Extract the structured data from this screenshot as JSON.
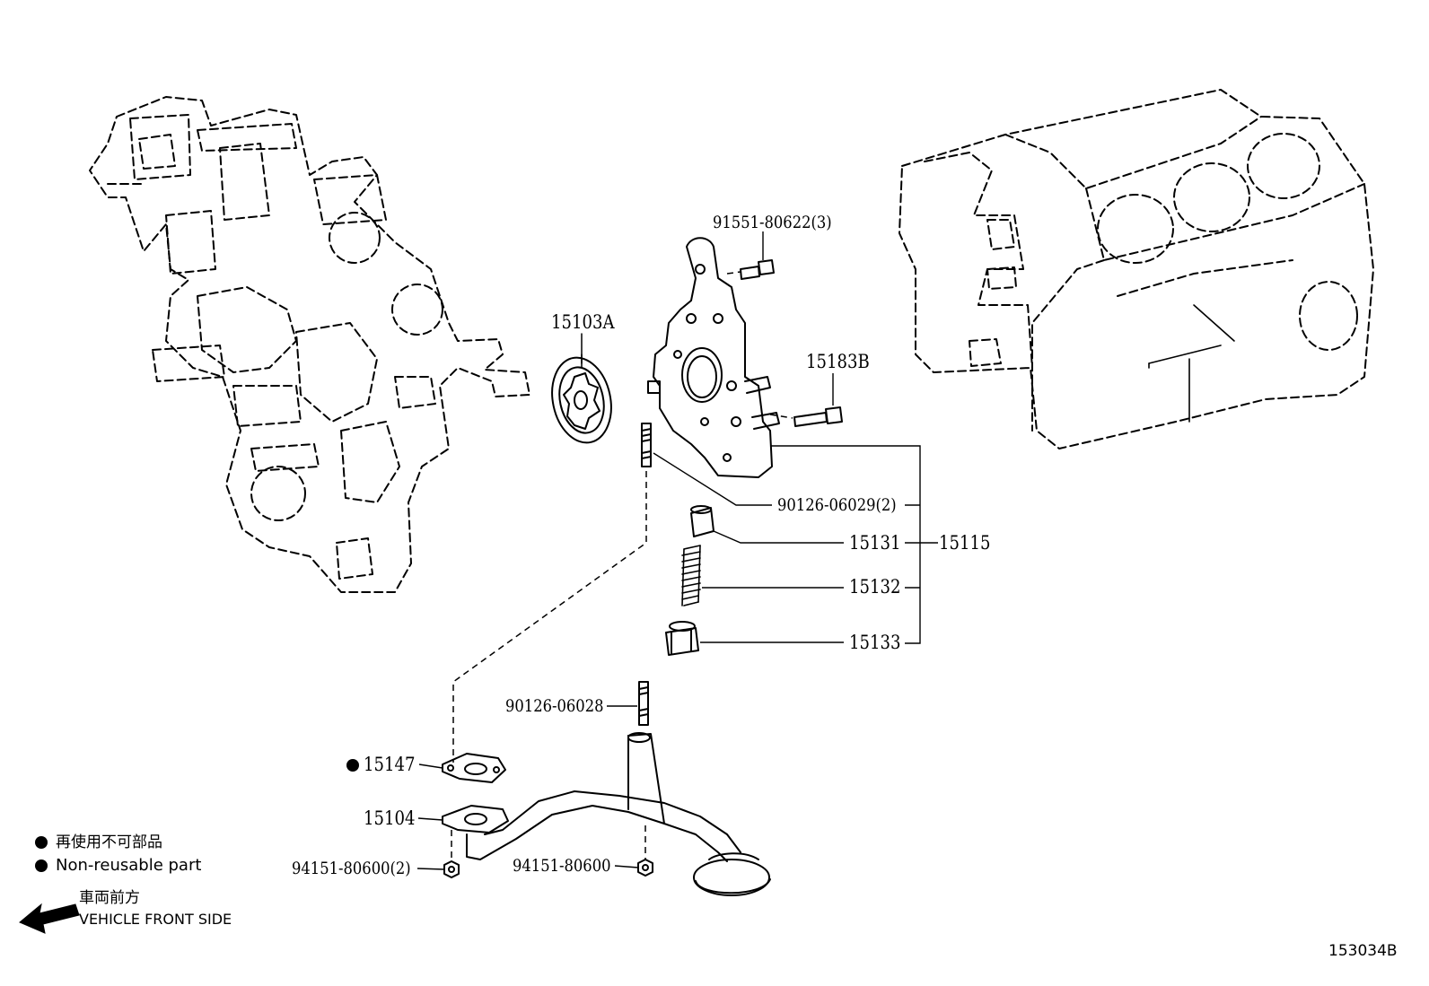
{
  "diagram_id": "153034B",
  "colors": {
    "line": "#000000",
    "background": "#ffffff"
  },
  "parts": {
    "p_91551": "91551-80622(3)",
    "p_15103A": "15103A",
    "p_15183B": "15183B",
    "p_90126_06029": "90126-06029(2)",
    "p_15131": "15131",
    "p_15115": "15115",
    "p_15132": "15132",
    "p_15133": "15133",
    "p_90126_06028": "90126-06028",
    "p_15147": "15147",
    "p_15104": "15104",
    "p_94151_2": "94151-80600(2)",
    "p_94151": "94151-80600"
  },
  "legend": {
    "non_reusable_ja": "再使用不可部品",
    "non_reusable_en": "Non-reusable part",
    "front_ja": "車両前方",
    "front_en": "VEHICLE FRONT SIDE"
  }
}
